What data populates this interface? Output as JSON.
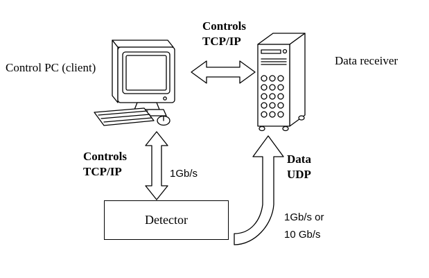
{
  "colors": {
    "background": "#ffffff",
    "stroke": "#000000",
    "fill": "#ffffff"
  },
  "nodes": {
    "control_pc": {
      "label": "Control PC (client)"
    },
    "data_receiver": {
      "label": "Data receiver"
    },
    "detector": {
      "label": "Detector"
    }
  },
  "connections": {
    "pc_receiver": {
      "line1": "Controls",
      "line2": "TCP/IP"
    },
    "pc_detector": {
      "line1": "Controls",
      "line2": "TCP/IP",
      "rate": "1Gb/s"
    },
    "detector_receiver": {
      "line1": "Data",
      "line2": "UDP",
      "rate_line1": "1Gb/s or",
      "rate_line2": "10 Gb/s"
    }
  }
}
